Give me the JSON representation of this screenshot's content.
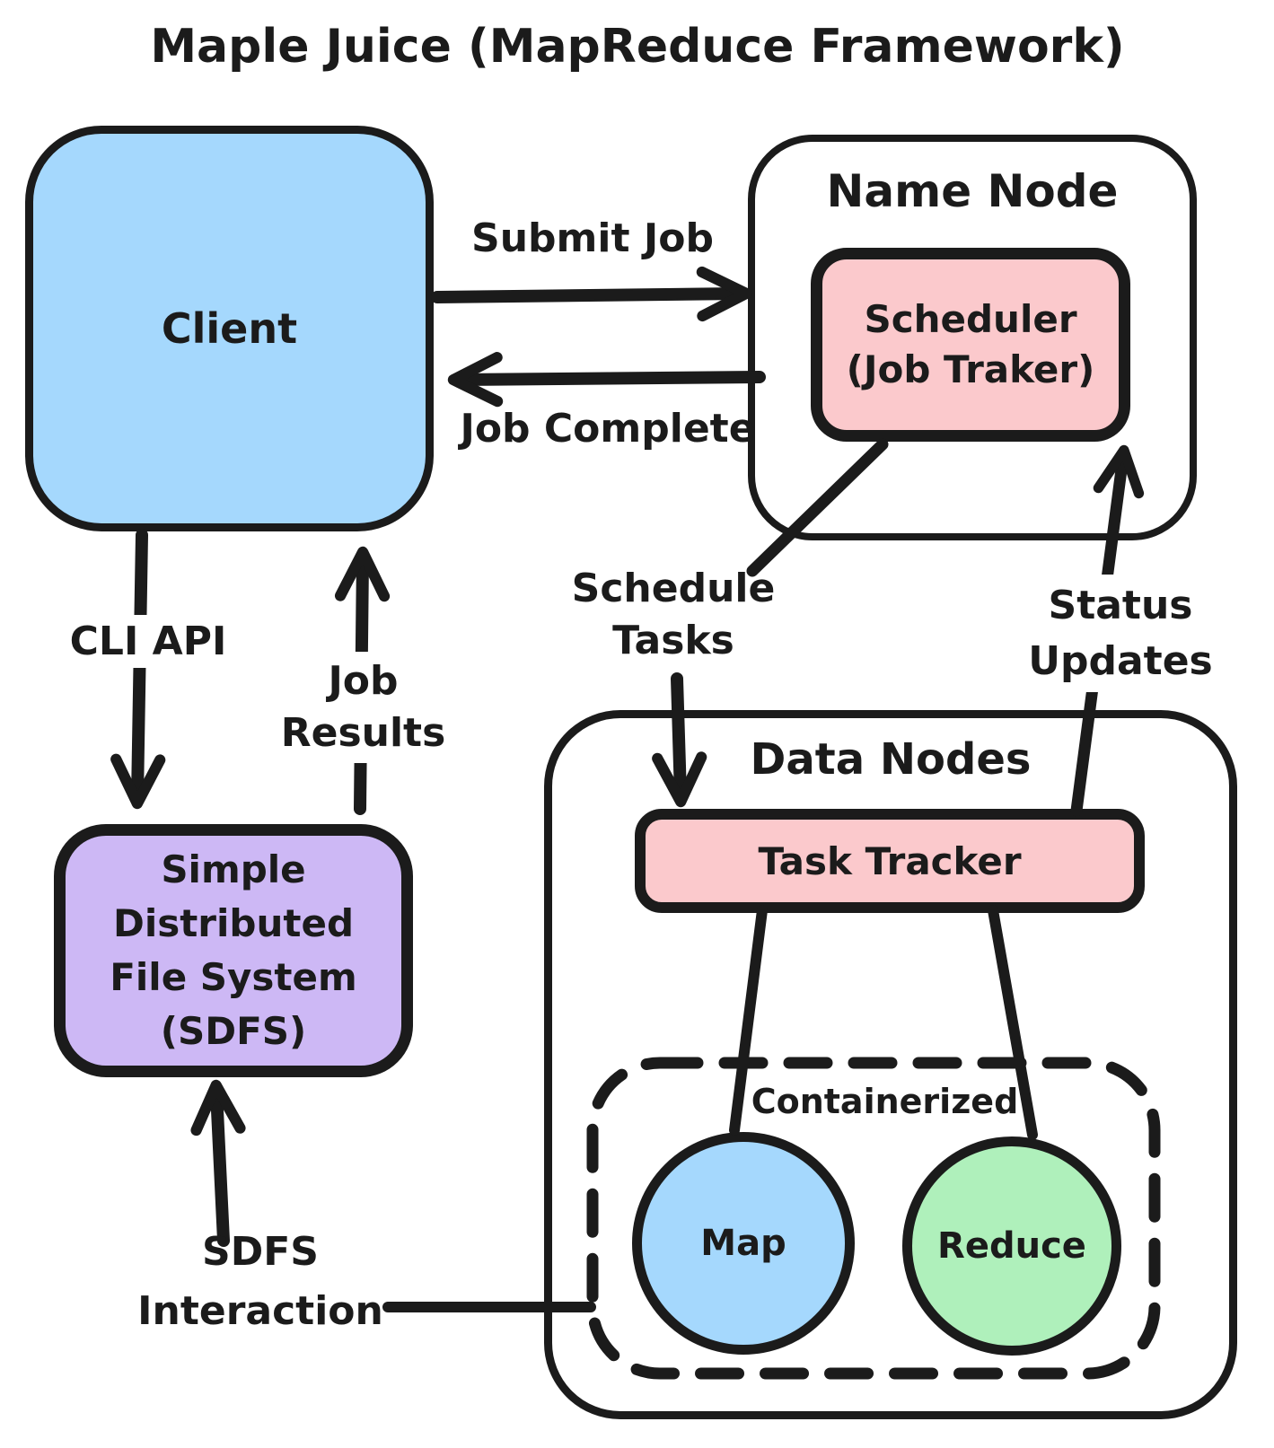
{
  "title": "Maple Juice (MapReduce Framework)",
  "colors": {
    "ink": "#1b1b1b",
    "client_blue": "#a5d8fd",
    "scheduler_pink": "#fbc9cc",
    "sdfs_purple": "#cdb8f5",
    "task_tracker_pink": "#fbc9cc",
    "map_blue": "#a5d8fd",
    "reduce_green": "#aff0bb",
    "node_white": "#ffffff"
  },
  "nodes": {
    "client": {
      "label": "Client"
    },
    "name_node": {
      "label": "Name Node",
      "scheduler": {
        "line1": "Scheduler",
        "line2": "(Job Traker)"
      }
    },
    "sdfs": {
      "line1": "Simple",
      "line2": "Distributed",
      "line3": "File System",
      "line4": "(SDFS)"
    },
    "data_nodes": {
      "label": "Data Nodes",
      "task_tracker": {
        "label": "Task Tracker"
      },
      "containerized": {
        "label": "Containerized",
        "map": {
          "label": "Map"
        },
        "reduce": {
          "label": "Reduce"
        }
      }
    }
  },
  "edges": {
    "submit_job": {
      "label": "Submit Job"
    },
    "job_complete": {
      "label": "Job Complete"
    },
    "cli_api": {
      "label": "CLI API"
    },
    "job_results": {
      "line1": "Job",
      "line2": "Results"
    },
    "schedule_tasks": {
      "line1": "Schedule",
      "line2": "Tasks"
    },
    "status_updates": {
      "line1": "Status",
      "line2": "Updates"
    },
    "sdfs_interaction": {
      "line1": "SDFS",
      "line2": "Interaction"
    }
  }
}
